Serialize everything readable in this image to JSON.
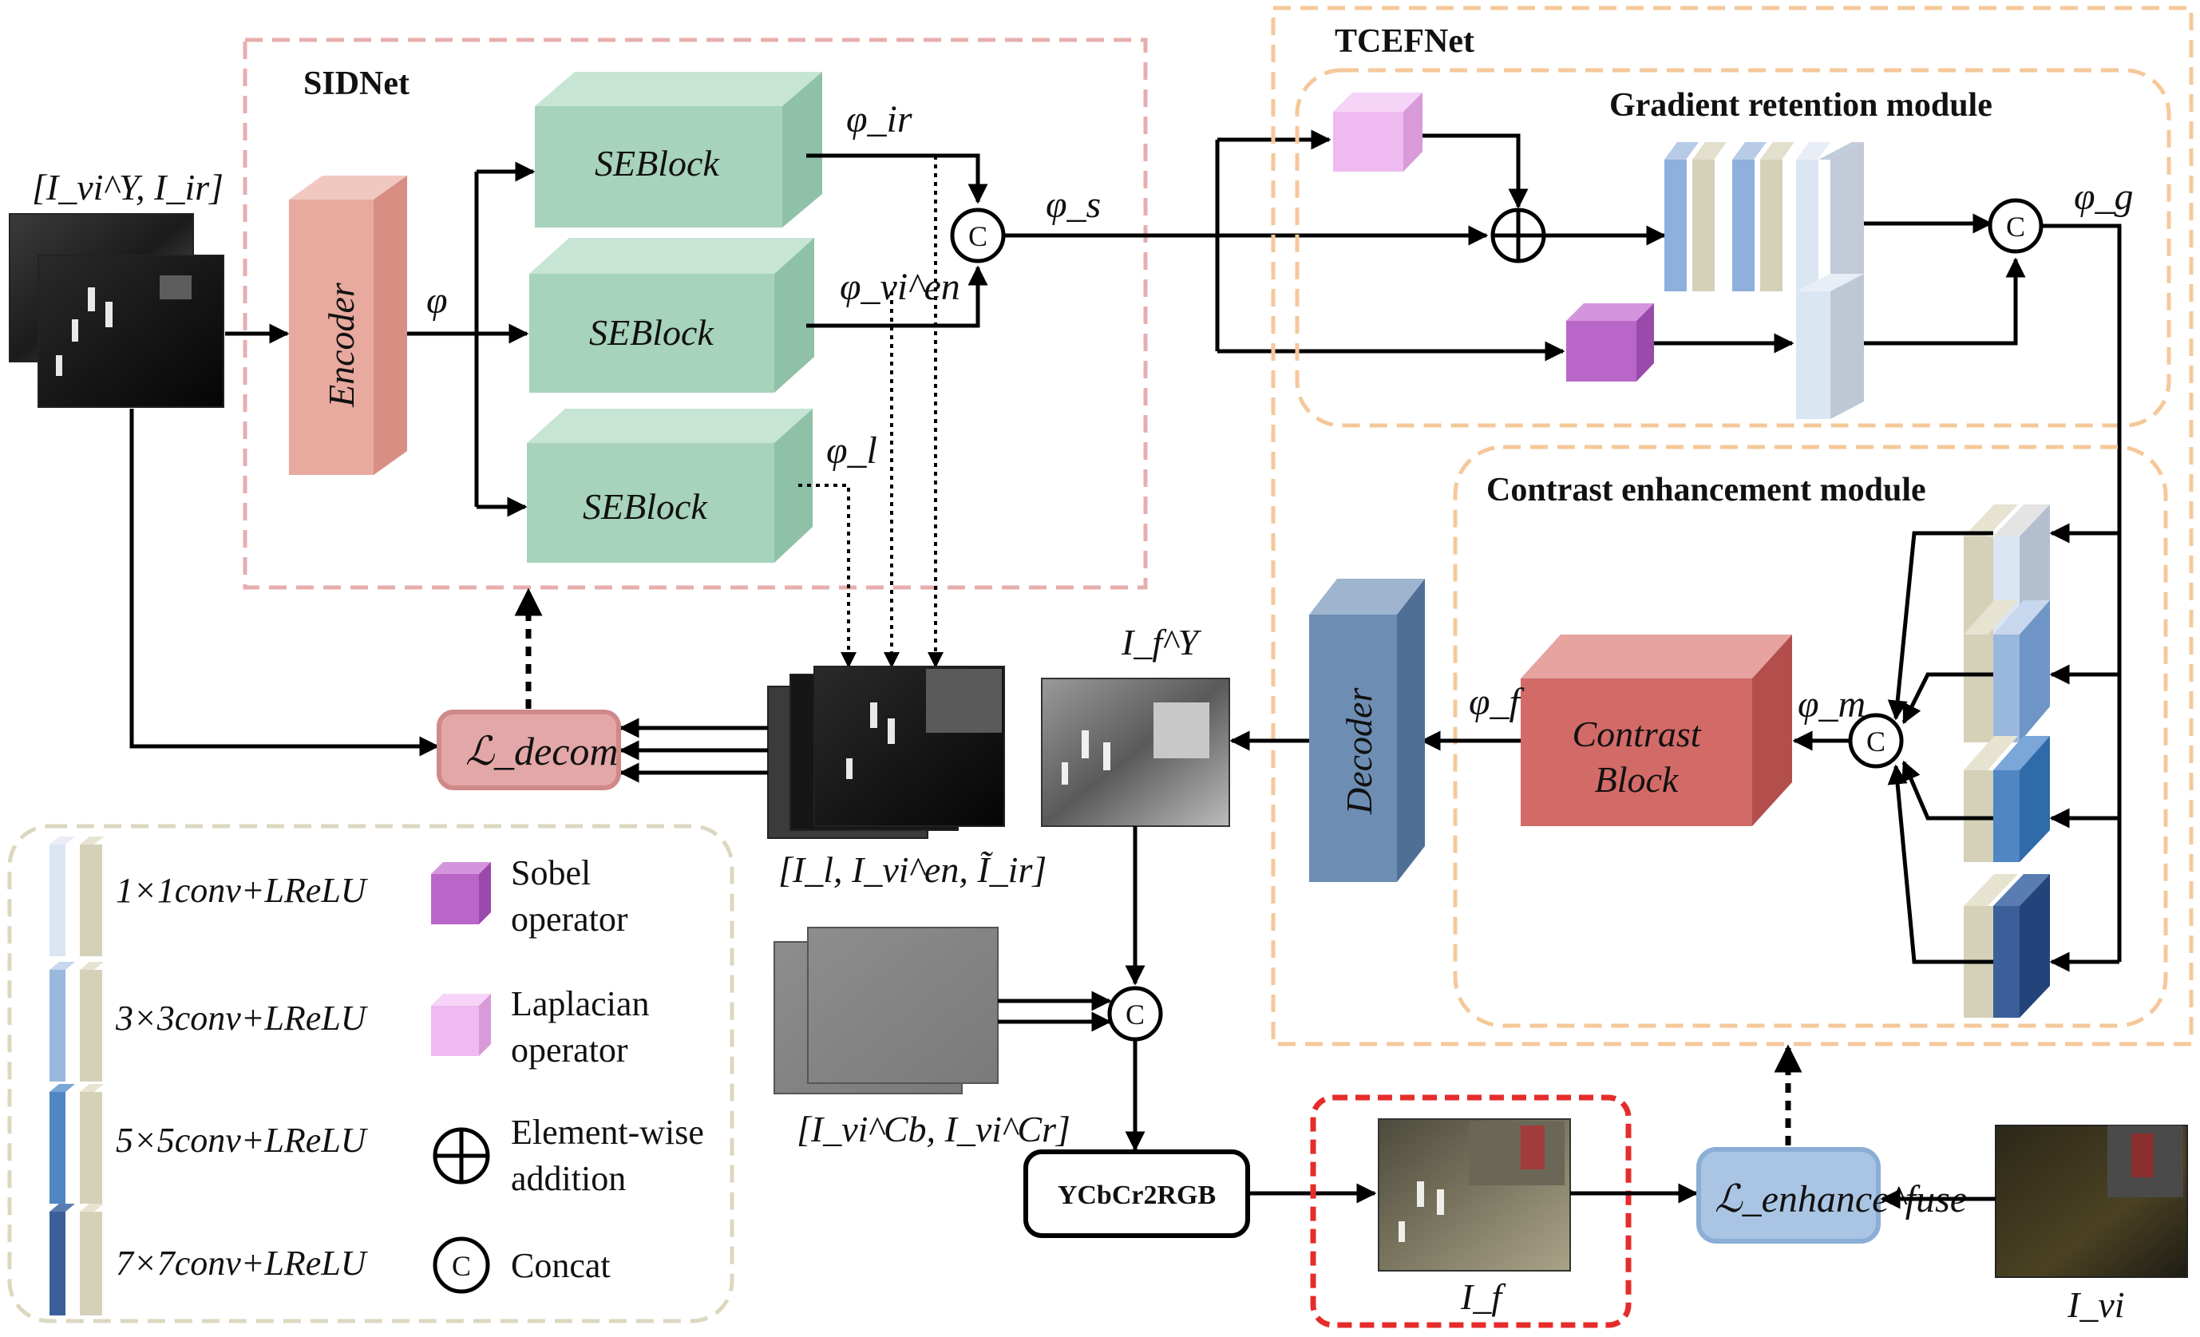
{
  "labels": {
    "input_pair": "[I_vi^Y, I_ir]",
    "sidnet": "SIDNet",
    "tcefnet": "TCEFNet",
    "encoder": "Encoder",
    "phi": "φ",
    "seblock_1": "SEBlock",
    "seblock_2": "SEBlock",
    "seblock_3": "SEBlock",
    "phi_ir": "φ_ir",
    "phi_vi_en": "φ_vi^en",
    "phi_l": "φ_l",
    "phi_s": "φ_s",
    "gradient_module": "Gradient retention module",
    "phi_g": "φ_g",
    "contrast_module": "Contrast enhancement module",
    "phi_m": "φ_m",
    "contrast_block_1": "Contrast",
    "contrast_block_2": "Block",
    "phi_f": "φ_f",
    "decoder": "Decoder",
    "fused_y": "I_f^Y",
    "decomp_outputs": "[I_l, I_vi^en, Ĩ_ir]",
    "chroma_inputs": "[I_vi^Cb, I_vi^Cr]",
    "loss_decom": "ℒ_decom",
    "ycbcr2rgb": "YCbCr2RGB",
    "fused": "I_f",
    "loss_fuse": "ℒ_enhance^fuse",
    "visible": "I_vi",
    "concat_symbol": "C"
  },
  "legend": [
    {
      "text": "1×1conv+LReLU",
      "color": "#dbe6f3"
    },
    {
      "text": "3×3conv+LReLU",
      "color": "#9ab7dd"
    },
    {
      "text": "5×5conv+LReLU",
      "color": "#4f86c3"
    },
    {
      "text": "7×7conv+LReLU",
      "color": "#3a5f99"
    },
    {
      "text": "Sobel operator",
      "color": "#b966c9"
    },
    {
      "text": "Laplacian operator",
      "color": "#eebaf0"
    },
    {
      "text": "Element-wise addition"
    },
    {
      "text": "Concat"
    }
  ],
  "colors": {
    "sid_border": "#e7aeae",
    "tcef_border": "#f5c89a",
    "seblock": "#a7d2bc",
    "encoder": "#e8a99e",
    "decoder": "#6d8db3",
    "contrast_block": "#d26a67",
    "loss_decom": "#e4a7a7",
    "loss_fuse": "#a9c5e3",
    "legend_border": "#dcd7bf",
    "fused_border": "#e52c2c"
  }
}
